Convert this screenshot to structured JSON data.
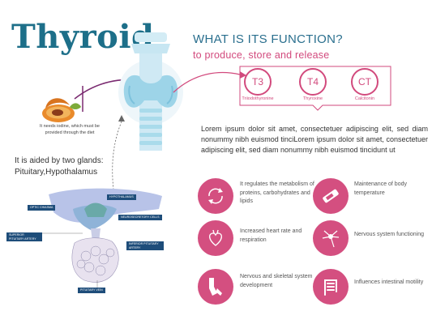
{
  "header": {
    "title": "Thyroid"
  },
  "function": {
    "heading": "WHAT IS ITS FUNCTION?",
    "subheading": "to produce, store and release",
    "hormones": [
      {
        "symbol": "T3",
        "name": "Triiodothyronine"
      },
      {
        "symbol": "T4",
        "name": "Thyroxine"
      },
      {
        "symbol": "CT",
        "name": "Calcitonin"
      }
    ],
    "description": "Lorem ipsum dolor sit amet, consectetuer adipiscing elit, sed diam nonummy nibh euismod tinciLorem ipsum dolor sit amet, consectetuer adipiscing elit, sed diam nonummy nibh euismod tincidunt ut"
  },
  "diet": {
    "note": "It needs iodine, which must be provided through the diet"
  },
  "glands": {
    "line1": "It is aided by two glands:",
    "line2": "Pituitary,Hypothalamus",
    "labels": {
      "hypothalamus": "HYPOTHALAMUS",
      "optic_chiasma": "OPTIC CHIASMA",
      "neurosecretory": "NEUROSECRETORY CELLS",
      "superior_artery": "SUPERIOR PITUITARY ARTERY",
      "inferior_artery": "INFERIOR PITUITARY ARTERY",
      "pituitary_vein": "PITUITARY VEIN"
    }
  },
  "features": [
    {
      "icon": "cycle-arrows-icon",
      "text": "It regulates the metabolism of proteins, carbohydrates and lipids"
    },
    {
      "icon": "thermometer-icon",
      "text": "Maintenance of body temperature"
    },
    {
      "icon": "heart-icon",
      "text": "Increased heart rate and respiration"
    },
    {
      "icon": "neuron-icon",
      "text": "Nervous system functioning"
    },
    {
      "icon": "bone-joint-icon",
      "text": "Nervous and skeletal system development"
    },
    {
      "icon": "intestine-icon",
      "text": "Influences intestinal motility"
    }
  ],
  "colors": {
    "title": "#1d6f89",
    "accent": "#d24a7d",
    "icon_bg": "#d44f80",
    "thyroid": "#a9dbeb"
  }
}
